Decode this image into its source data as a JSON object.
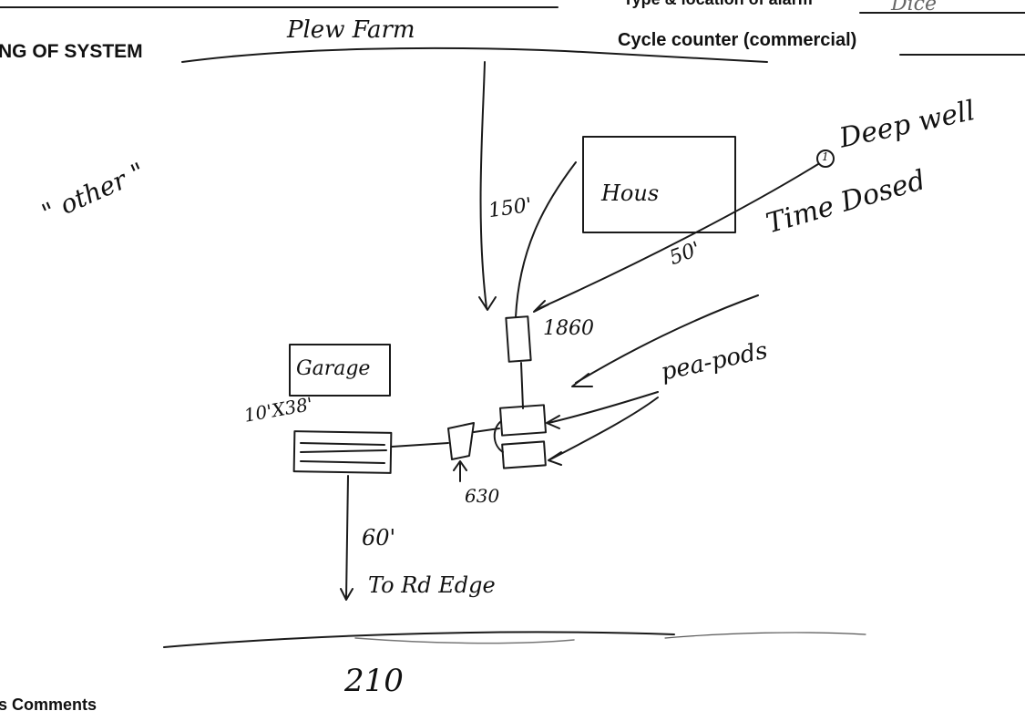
{
  "form": {
    "header_left": "NG OF SYSTEM",
    "alarm_label": "Type & location of alarm",
    "alarm_value": "Dice",
    "cycle_label": "Cycle counter (commercial)",
    "comments_label": "s Comments"
  },
  "handwriting": {
    "heading": "Plew Farm",
    "other": "\" other \"",
    "deep_well": "Deep well",
    "well_number": "1",
    "house": "Hous",
    "dist_150": "150'",
    "dist_50": "50'",
    "time_dosed": "Time Dosed",
    "tank_1860": "1860",
    "garage": "Garage",
    "pea_pods": "pea-pods",
    "field_size": "10'X38'",
    "tank_630": "630",
    "dist_60": "60'",
    "to_rd_edge": "To Rd Edge",
    "road_number": "210"
  }
}
